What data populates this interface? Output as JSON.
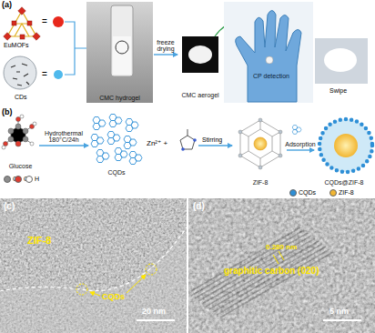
{
  "diagram": {
    "nodes": [
      {
        "text": [
          "CMC hydrogel"
        ]
      },
      {
        "text": [
          "CMC aerogel"
        ]
      },
      {
        "text": [
          "Glucose"
        ]
      },
      {
        "text": [
          "CQDs"
        ]
      },
      {
        "text": [
          "ZIF-8"
        ]
      },
      {
        "text": [
          "CQDs@ZIF-8"
        ]
      }
    ],
    "edges": [
      {
        "from": 0,
        "to": 1,
        "arrow": "to",
        "label": "freeze drying"
      },
      {
        "from": 2,
        "to": 3,
        "arrow": "to",
        "label": "Hydrothermal 180°C/24h"
      },
      {
        "from": 4,
        "to": 5,
        "arrow": "to",
        "label": "Adsorption"
      }
    ],
    "labels": [
      "(a)",
      "=",
      "EuMOFs",
      "=",
      "CDs",
      "CP detection",
      "Swipe",
      "(b)",
      "Zn²⁺ +",
      "Stirring",
      "(c)",
      "ZIF-8",
      "CQDs",
      "20 nm",
      "(d)",
      "0.280 nm",
      "graphitic carbon (020)",
      "5 nm"
    ],
    "legend": [
      {
        "text": "C",
        "color": "#8c8c8c"
      },
      {
        "text": "O",
        "color": "#e03b2f"
      },
      {
        "text": "H",
        "color": "#ffffff"
      },
      {
        "text": "CQDs",
        "color": "#2e8fd6"
      },
      {
        "text": "ZIF-8",
        "color": "#f2b632"
      }
    ]
  }
}
